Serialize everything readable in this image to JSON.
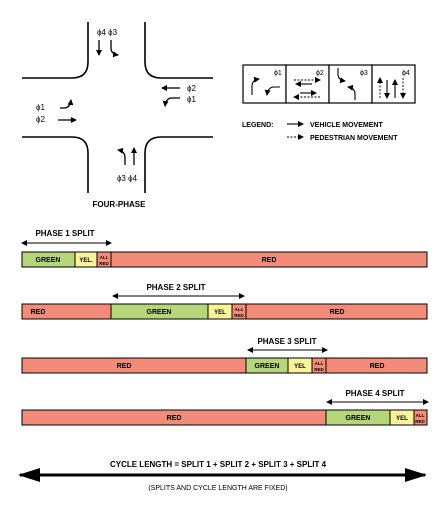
{
  "intersection": {
    "approaches": {
      "north": "ϕ4 ϕ3",
      "east_1": "ϕ2",
      "east_2": "ϕ1",
      "west_1": "ϕ1",
      "west_2": "ϕ2",
      "south": "ϕ3 ϕ4"
    },
    "caption": "FOUR-PHASE"
  },
  "phase_boxes": [
    "ϕ1",
    "ϕ2",
    "ϕ3",
    "ϕ4"
  ],
  "legend": {
    "title": "LEGEND:",
    "vehicle": "VEHICLE MOVEMENT",
    "pedestrian": "PEDESTRIAN MOVEMENT"
  },
  "signal_labels": {
    "green": "GREEN",
    "yellow": "YEL.",
    "yellow_short": "YEL",
    "all_red_1": "ALL",
    "all_red_2": "RED",
    "red": "RED"
  },
  "phases": [
    {
      "split_label": "PHASE 1 SPLIT"
    },
    {
      "split_label": "PHASE 2 SPLIT"
    },
    {
      "split_label": "PHASE 3 SPLIT"
    },
    {
      "split_label": "PHASE 4 SPLIT"
    }
  ],
  "cycle": {
    "label": "CYCLE LENGTH = SPLIT 1 + SPLIT 2 + SPLIT 3 + SPLIT 4",
    "note": "(SPLITS AND CYCLE LENGTH ARE FIXED)"
  },
  "colors": {
    "green": "#b5d77a",
    "yellow": "#fbf39a",
    "red": "#f28b78",
    "stroke": "#000000"
  }
}
